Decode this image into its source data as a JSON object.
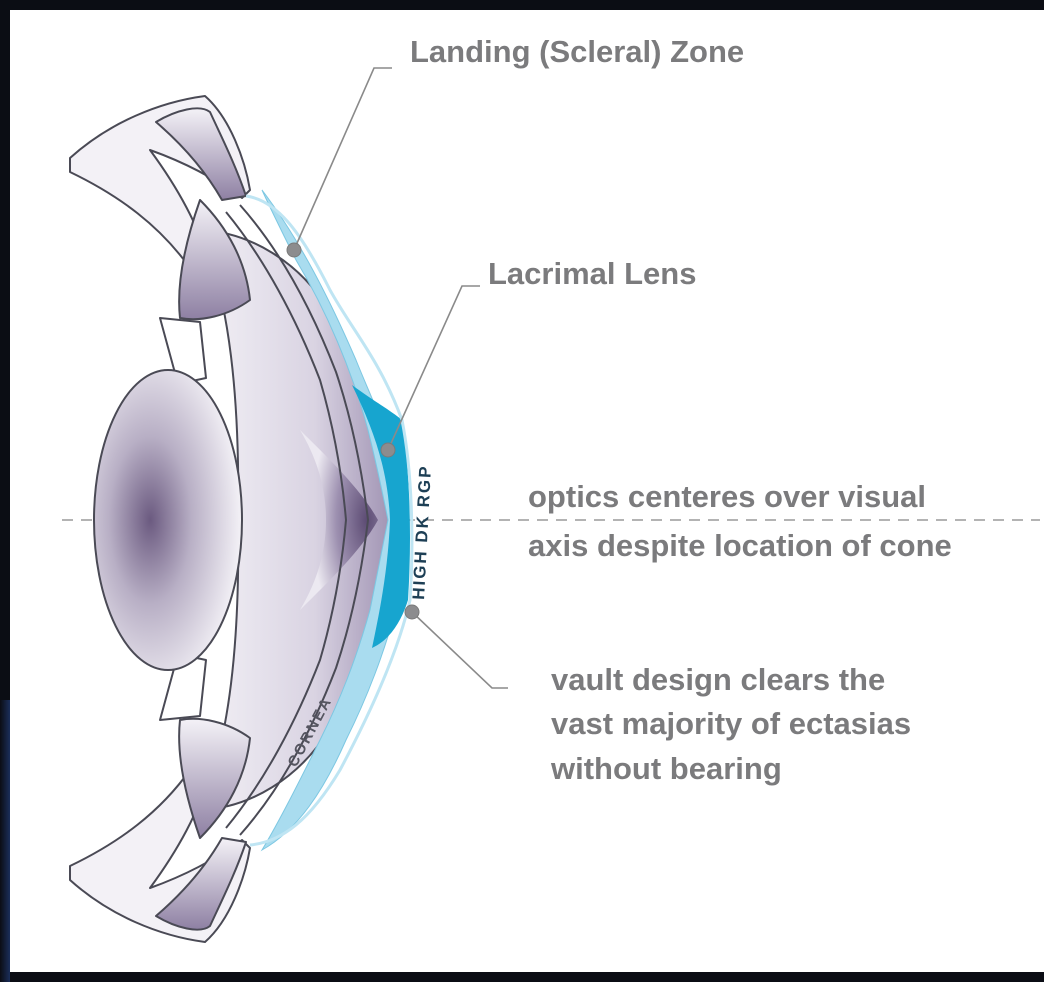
{
  "callouts": {
    "landing_zone": "Landing (Scleral) Zone",
    "lacrimal_lens": "Lacrimal Lens",
    "optics": {
      "line1": "optics centeres over visual",
      "line2": "axis despite location of cone"
    },
    "vault": {
      "line1": "vault design clears the",
      "line2": "vast majority of ectasias",
      "line3": "without bearing"
    }
  },
  "anatomy_labels": {
    "lens_label": "HIGH DK RGP",
    "cornea_label": "CORNEA"
  },
  "colors": {
    "lens_light": "#a9dcef",
    "lens_dark": "#17a5cf",
    "text_gray": "#7b7b7d",
    "eye_purple": "#6b5a80"
  },
  "icons": [
    "eye-cross-section-illustration"
  ]
}
